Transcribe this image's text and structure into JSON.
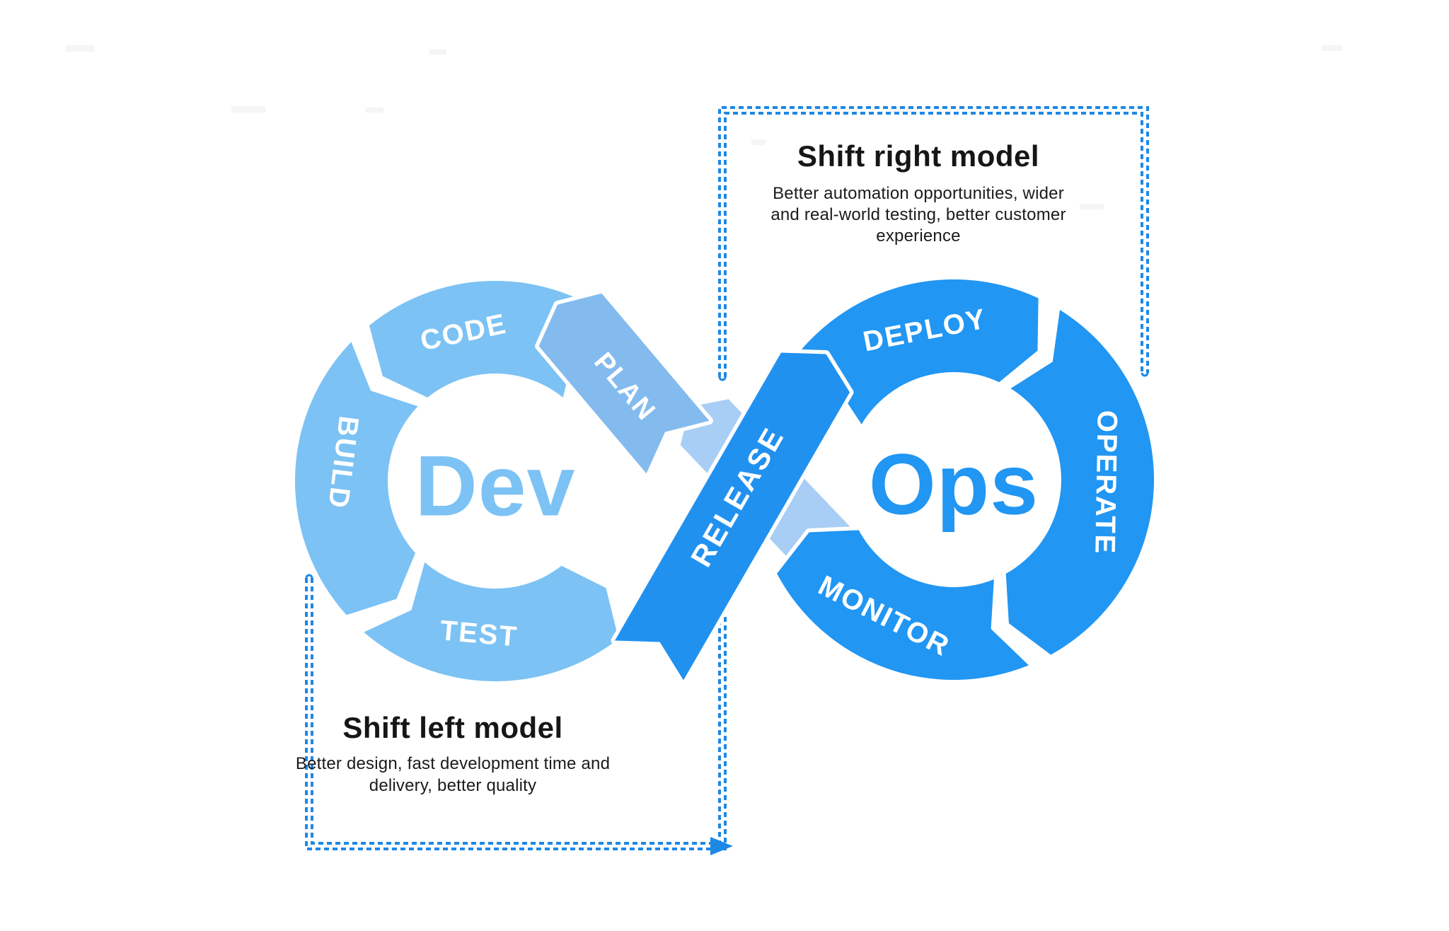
{
  "diagram": {
    "dev_label": "Dev",
    "ops_label": "Ops",
    "release_label": "RELEASE",
    "dev_segments": {
      "code": "CODE",
      "plan": "PLAN",
      "build": "BUILD",
      "test": "TEST"
    },
    "ops_segments": {
      "deploy": "DEPLOY",
      "operate": "OPERATE",
      "monitor": "MONITOR"
    }
  },
  "callouts": {
    "shift_right": {
      "title": "Shift right model",
      "lines": [
        "Better automation opportunities, wider",
        "and real-world testing, better customer",
        "experience"
      ]
    },
    "shift_left": {
      "title": "Shift left model",
      "lines": [
        "Better design, fast development time and",
        "delivery, better quality"
      ]
    }
  },
  "colors": {
    "dev_light": "#7CC2F4",
    "plan_light": "#84BBEE",
    "crossing_light": "#A8CEF5",
    "ops_blue": "#2196F3",
    "ribbon_blue": "#2191F0",
    "border_blue": "#1E88E5",
    "text_dark": "#1B1B1B",
    "title_dark": "#161616"
  }
}
